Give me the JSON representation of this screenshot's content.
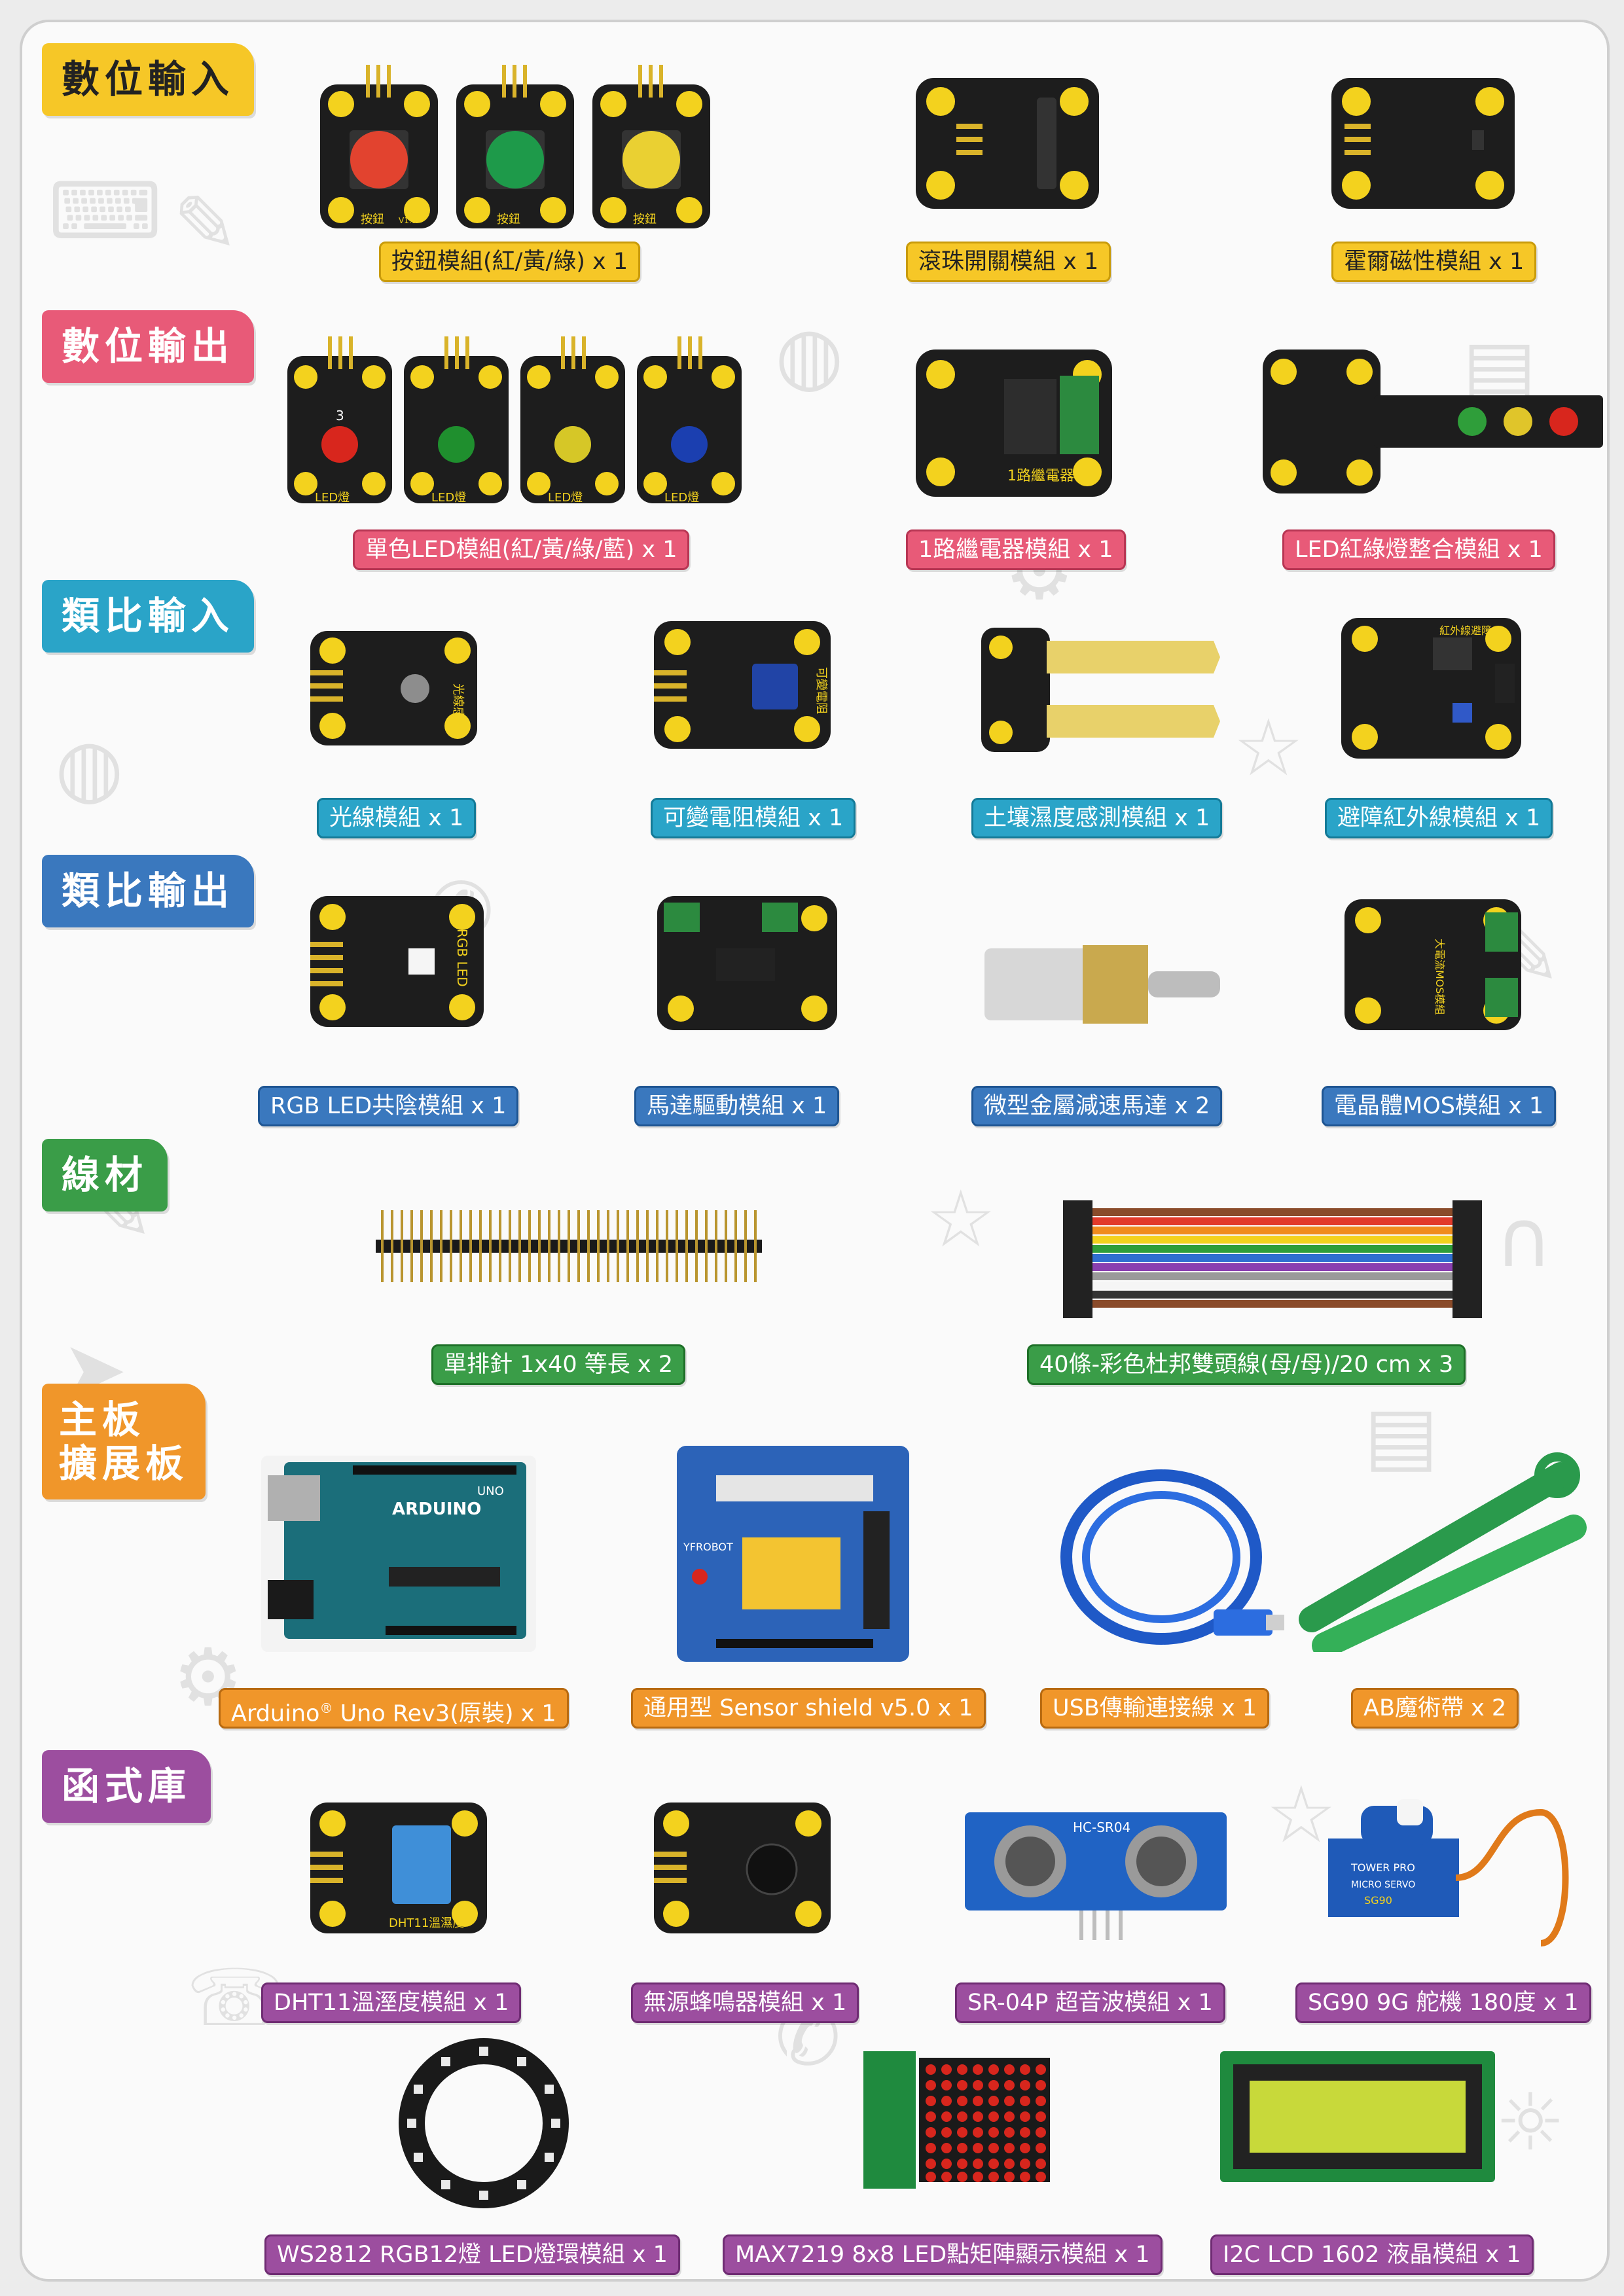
{
  "sections": {
    "digital_input": "數位輸入",
    "digital_output": "數位輸出",
    "analog_input": "類比輸入",
    "analog_output": "類比輸出",
    "wires": "線材",
    "board_line1": "主板",
    "board_line2": "擴展板",
    "library": "函式庫"
  },
  "items": {
    "button": "按鈕模組(紅/黃/綠) x 1",
    "tilt": "滾珠開關模組 x 1",
    "hall": "霍爾磁性模組 x 1",
    "led": "單色LED模組(紅/黃/綠/藍) x 1",
    "relay": "1路繼電器模組 x 1",
    "traffic": "LED紅綠燈整合模組 x 1",
    "light": "光線模組 x 1",
    "pot": "可變電阻模組 x 1",
    "soil": "土壤濕度感測模組 x 1",
    "ir": "避障紅外線模組 x 1",
    "rgb": "RGB LED共陰模組 x 1",
    "motor_driver": "馬達驅動模組 x 1",
    "gear_motor": "微型金屬減速馬達 x 2",
    "mos": "電晶體MOS模組 x 1",
    "pin_header": "單排針 1x40 等長 x 2",
    "dupont": "40條-彩色杜邦雙頭線(母/母)/20 cm x 3",
    "uno_a": "Arduino",
    "uno_b": " Uno Rev3(原裝) x 1",
    "shield": "通用型 Sensor shield v5.0 x 1",
    "usb": "USB傳輸連接線 x 1",
    "velcro": "AB魔術帶 x 2",
    "dht": "DHT11溫溼度模組 x 1",
    "buzzer": "無源蜂鳴器模組 x 1",
    "sr04": "SR-04P 超音波模組 x 1",
    "servo": "SG90 9G 舵機 180度 x 1",
    "ring": "WS2812 RGB12燈 LED燈環模組 x 1",
    "matrix": "MAX7219 8x8 LED點矩陣顯示模組 x 1",
    "lcd": "I2C LCD 1602 液晶模組 x 1"
  },
  "board_text": {
    "btn": "按鈕",
    "v": "V1.0",
    "led": "LED燈",
    "three": "3",
    "relay": "1路繼電器",
    "light": "光線感測",
    "pot": "可變電阻",
    "ir": "紅外線避障",
    "rgb": "RGB LED",
    "mos": "大電流MOS模組",
    "uno": "UNO",
    "arduino": "ARDUINO",
    "yfrobot": "YFROBOT",
    "sr": "HC-SR04",
    "tower": "TOWER PRO",
    "micro": "MICRO SERVO",
    "sg90": "SG90",
    "dht": "DHT11溫濕度"
  }
}
